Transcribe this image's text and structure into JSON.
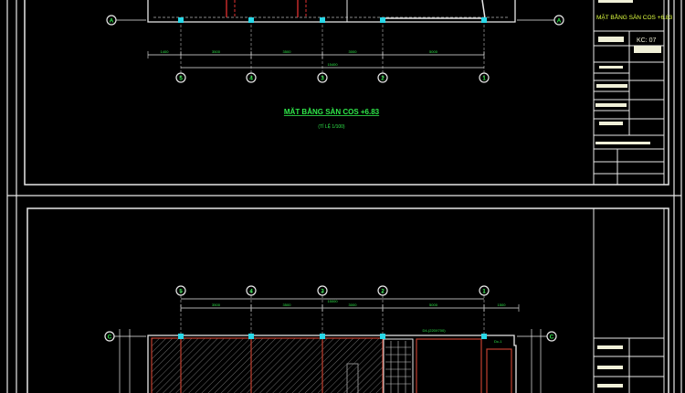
{
  "colors": {
    "background": "#000000",
    "frame": "#e8e8e8",
    "axis": "#2fe84a",
    "column": "#29d8e8",
    "wall": "#e03030",
    "hatch": "#c8c8c8",
    "text": "#e0ff40"
  },
  "top_plan": {
    "title": "MẶT BẰNG SÀN COS +6.83",
    "scale": "(TỈ LỆ 1/100)",
    "row_axis": "A",
    "column_axes": [
      "5",
      "4",
      "3",
      "2",
      "1"
    ],
    "dimensions": [
      "1400",
      "3500",
      "3500",
      "3000",
      "5000"
    ],
    "total_dimension": "15400"
  },
  "title_block": {
    "drawing_title": "MẶT BẰNG SÀN COS +6.83",
    "code": "KC: 07"
  },
  "bottom_plan": {
    "row_axis": "C",
    "column_axes": [
      "5",
      "4",
      "3",
      "2",
      "1"
    ],
    "dimensions": [
      "3500",
      "3500",
      "3000",
      "5000",
      "1500"
    ],
    "total_dimension": "15000",
    "beam_labels": [
      "D4-(220X700)",
      "Dc-1"
    ]
  }
}
